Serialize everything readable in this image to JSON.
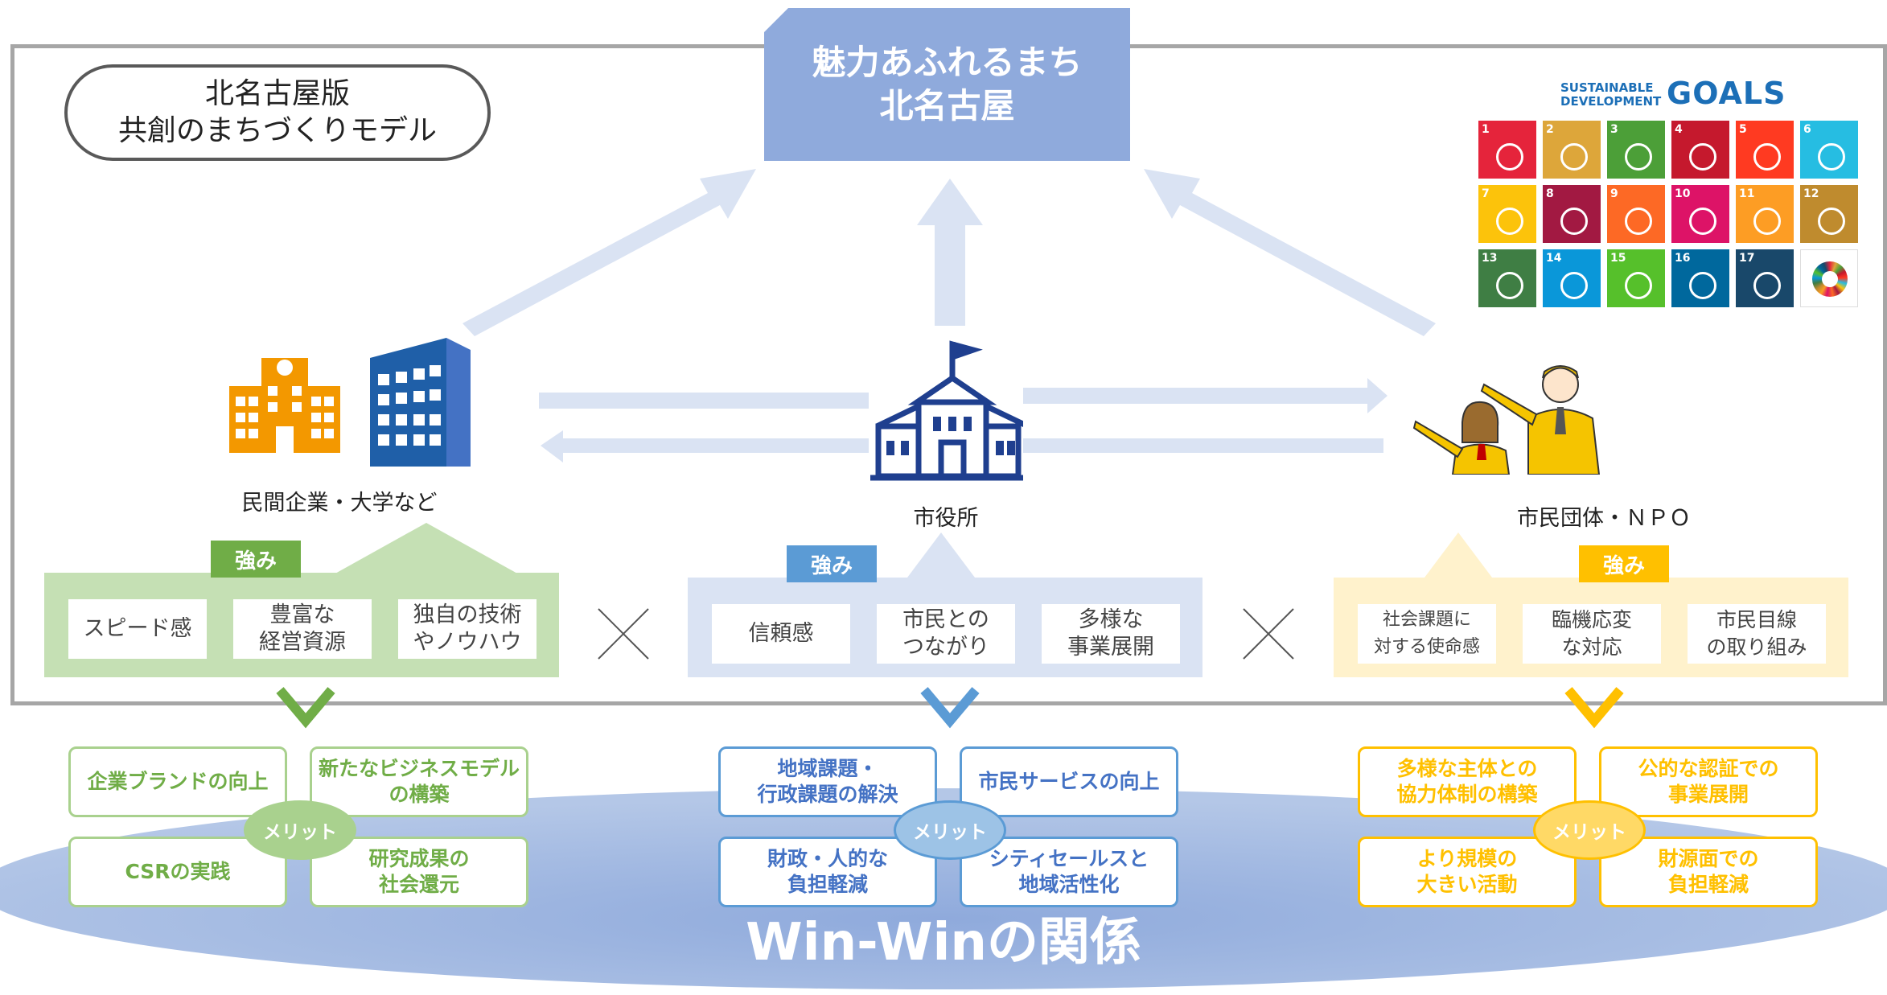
{
  "title_badge": {
    "line1": "北名古屋版",
    "line2": "共創のまちづくりモデル"
  },
  "goal": {
    "line1": "魅力あふれるまち",
    "line2": "北名古屋"
  },
  "sdgs": {
    "logo_part1": "SUSTAINABLE",
    "logo_part2": "DEVELOPMENT",
    "logo_goals": "GOALS",
    "tiles": [
      {
        "num": "1",
        "color": "#e5243b"
      },
      {
        "num": "2",
        "color": "#dda63a"
      },
      {
        "num": "3",
        "color": "#4c9f38"
      },
      {
        "num": "4",
        "color": "#c5192d"
      },
      {
        "num": "5",
        "color": "#ff3a21"
      },
      {
        "num": "6",
        "color": "#26bde2"
      },
      {
        "num": "7",
        "color": "#fcc30b"
      },
      {
        "num": "8",
        "color": "#a21942"
      },
      {
        "num": "9",
        "color": "#fd6925"
      },
      {
        "num": "10",
        "color": "#dd1367"
      },
      {
        "num": "11",
        "color": "#fd9d24"
      },
      {
        "num": "12",
        "color": "#bf8b2e"
      },
      {
        "num": "13",
        "color": "#3f7e44"
      },
      {
        "num": "14",
        "color": "#0a97d9"
      },
      {
        "num": "15",
        "color": "#56c02b"
      },
      {
        "num": "16",
        "color": "#00689d"
      },
      {
        "num": "17",
        "color": "#19486a"
      },
      {
        "num": "",
        "color": "#ffffff"
      }
    ]
  },
  "actors": {
    "private": {
      "label": "民間企業・大学など"
    },
    "city": {
      "label": "市役所"
    },
    "citizens": {
      "label": "市民団体・ＮＰＯ"
    }
  },
  "strengths": {
    "tag": "強み",
    "private": {
      "items": [
        "スピード感",
        "豊富な\n経営資源",
        "独自の技術\nやノウハウ"
      ],
      "color": "#c5e0b4",
      "tag_color": "#70ad47"
    },
    "city": {
      "items": [
        "信頼感",
        "市民との\nつながり",
        "多様な\n事業展開"
      ],
      "color": "#dae3f3",
      "tag_color": "#5b9bd5"
    },
    "citizens": {
      "items": [
        "社会課題に\n対する使命感",
        "臨機応変\nな対応",
        "市民目線\nの取り組み"
      ],
      "color": "#fff2cc",
      "tag_color": "#ffc000"
    }
  },
  "merits": {
    "badge": "メリット",
    "private": {
      "items": [
        "企業ブランドの向上",
        "新たなビジネスモデル\nの構築",
        "CSRの実践",
        "研究成果の\n社会還元"
      ],
      "color": "#a9d18e",
      "text_color": "#70ad47",
      "badge_color": "#a9d18e"
    },
    "city": {
      "items": [
        "地域課題・\n行政課題の解決",
        "市民サービスの向上",
        "財政・人的な\n負担軽減",
        "シティセールスと\n地域活性化"
      ],
      "color": "#5b9bd5",
      "text_color": "#4472c4",
      "badge_color": "#9dc3e6"
    },
    "citizens": {
      "items": [
        "多様な主体との\n協力体制の構築",
        "公的な認証での\n事業展開",
        "より規模の\n大きい活動",
        "財源面での\n負担軽減"
      ],
      "color": "#ffc000",
      "text_color": "#ffc000",
      "badge_color": "#ffd966"
    }
  },
  "winwin": "Win-Winの関係"
}
